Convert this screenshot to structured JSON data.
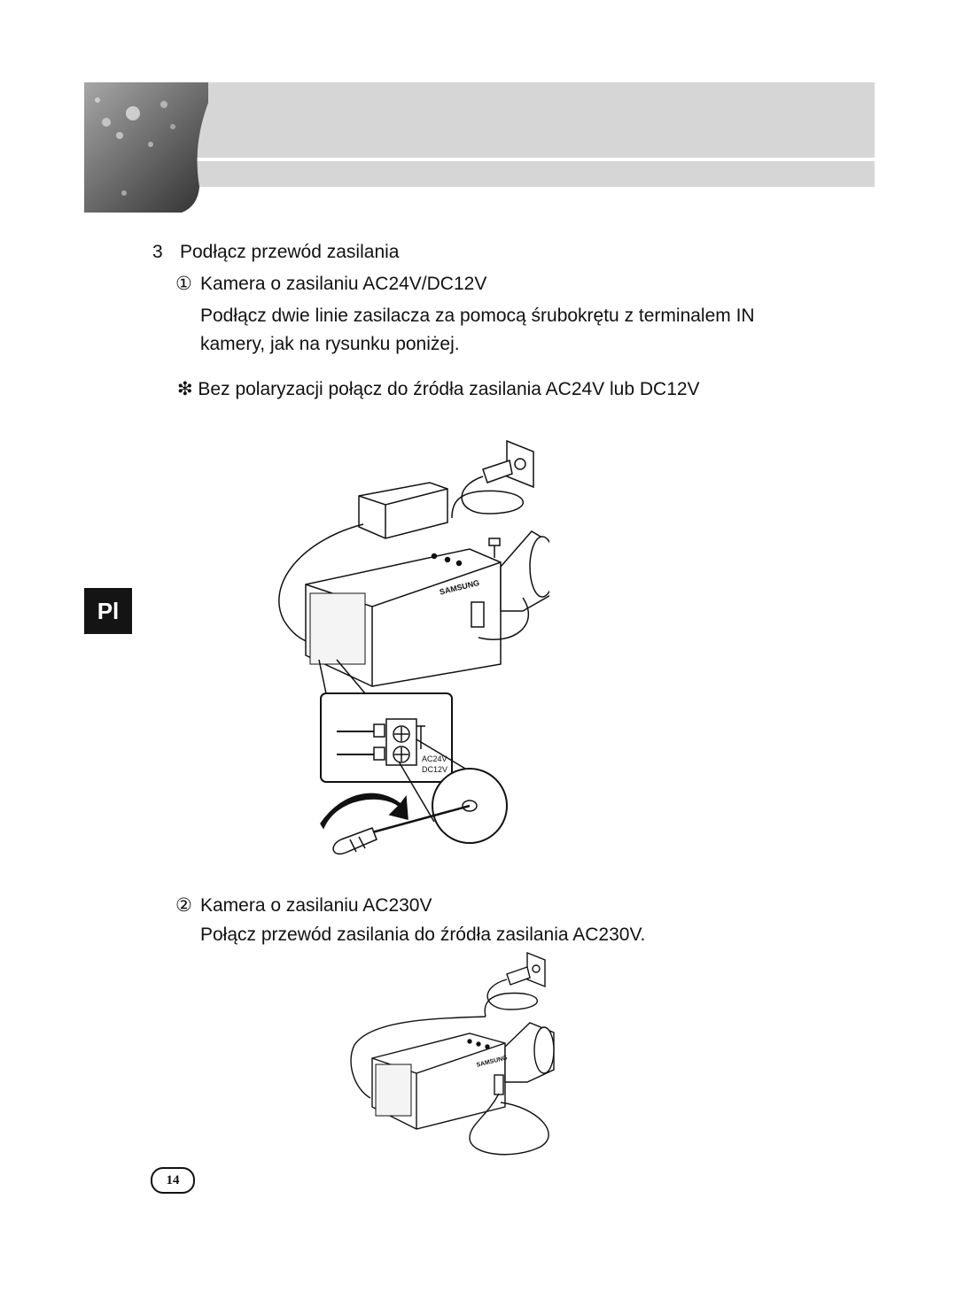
{
  "sidebar": {
    "language_tab": "Pl"
  },
  "content": {
    "step_number": "3",
    "step_title": "Podłącz przewód zasilania",
    "sub1": {
      "marker": "①",
      "title": "Kamera o zasilaniu AC24V/DC12V",
      "body_line1": "Podłącz dwie linie zasilacza za pomocą śrubokrętu z terminalem IN",
      "body_line2": "kamery, jak na rysunku poniżej."
    },
    "note": "❇ Bez polaryzacji połącz do źródła zasilania AC24V lub DC12V",
    "figure1": {
      "brand": "SAMSUNG",
      "label_ac": "AC24V",
      "label_dc": "DC12V"
    },
    "sub2": {
      "marker": "②",
      "title": "Kamera o zasilaniu AC230V",
      "body": "Połącz przewód zasilania do źródła zasilania AC230V."
    },
    "figure2": {
      "brand": "SAMSUNG"
    }
  },
  "footer": {
    "page_number": "14"
  }
}
